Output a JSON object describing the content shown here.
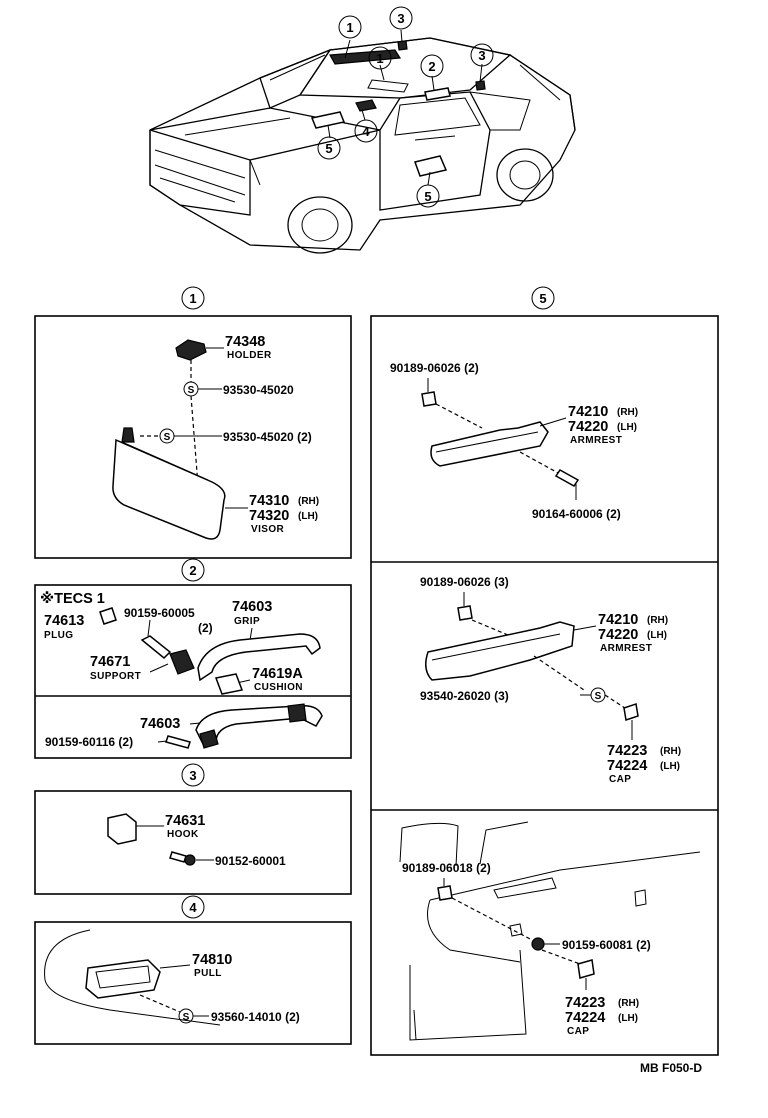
{
  "callouts": {
    "c1": "1",
    "c2": "2",
    "c3": "3",
    "c4": "4",
    "c5": "5"
  },
  "group1": {
    "holder": {
      "number": "74348",
      "name": "HOLDER"
    },
    "screw1": "93530-45020",
    "screw2": "93530-45020 (2)",
    "visor": {
      "rh": "74310",
      "lh": "74320",
      "rh_tag": "(RH)",
      "lh_tag": "(LH)",
      "name": "VISOR"
    },
    "s_symbol": "S"
  },
  "group2": {
    "tecs": "※TECS 1",
    "plug": {
      "number": "74613",
      "name": "PLUG"
    },
    "screw_a": "90159-60005",
    "screw_a_qty": "(2)",
    "grip": {
      "number": "74603",
      "name": "GRIP"
    },
    "support": {
      "number": "74671",
      "name": "SUPPORT"
    },
    "cushion": {
      "number": "74619A",
      "name": "CUSHION"
    },
    "grip2": "74603",
    "screw_b": "90159-60116 (2)"
  },
  "group3": {
    "hook": {
      "number": "74631",
      "name": "HOOK"
    },
    "bolt": "90152-60001"
  },
  "group4": {
    "pull": {
      "number": "74810",
      "name": "PULL"
    },
    "screw": "93560-14010 (2)"
  },
  "group5": {
    "a_clip": "90189-06026 (2)",
    "a_armrest": {
      "rh": "74210",
      "lh": "74220",
      "rh_tag": "(RH)",
      "lh_tag": "(LH)",
      "name": "ARMREST"
    },
    "a_screw": "90164-60006 (2)",
    "b_clip": "90189-06026 (3)",
    "b_armrest": {
      "rh": "74210",
      "lh": "74220",
      "rh_tag": "(RH)",
      "lh_tag": "(LH)",
      "name": "ARMREST"
    },
    "b_screw": "93540-26020 (3)",
    "b_cap": {
      "rh": "74223",
      "lh": "74224",
      "rh_tag": "(RH)",
      "lh_tag": "(LH)",
      "name": "CAP"
    },
    "c_clip": "90189-06018 (2)",
    "c_screw": "90159-60081 (2)",
    "c_cap": {
      "rh": "74223",
      "lh": "74224",
      "rh_tag": "(RH)",
      "lh_tag": "(LH)",
      "name": "CAP"
    }
  },
  "footer": {
    "code": "MB  F050-D"
  }
}
